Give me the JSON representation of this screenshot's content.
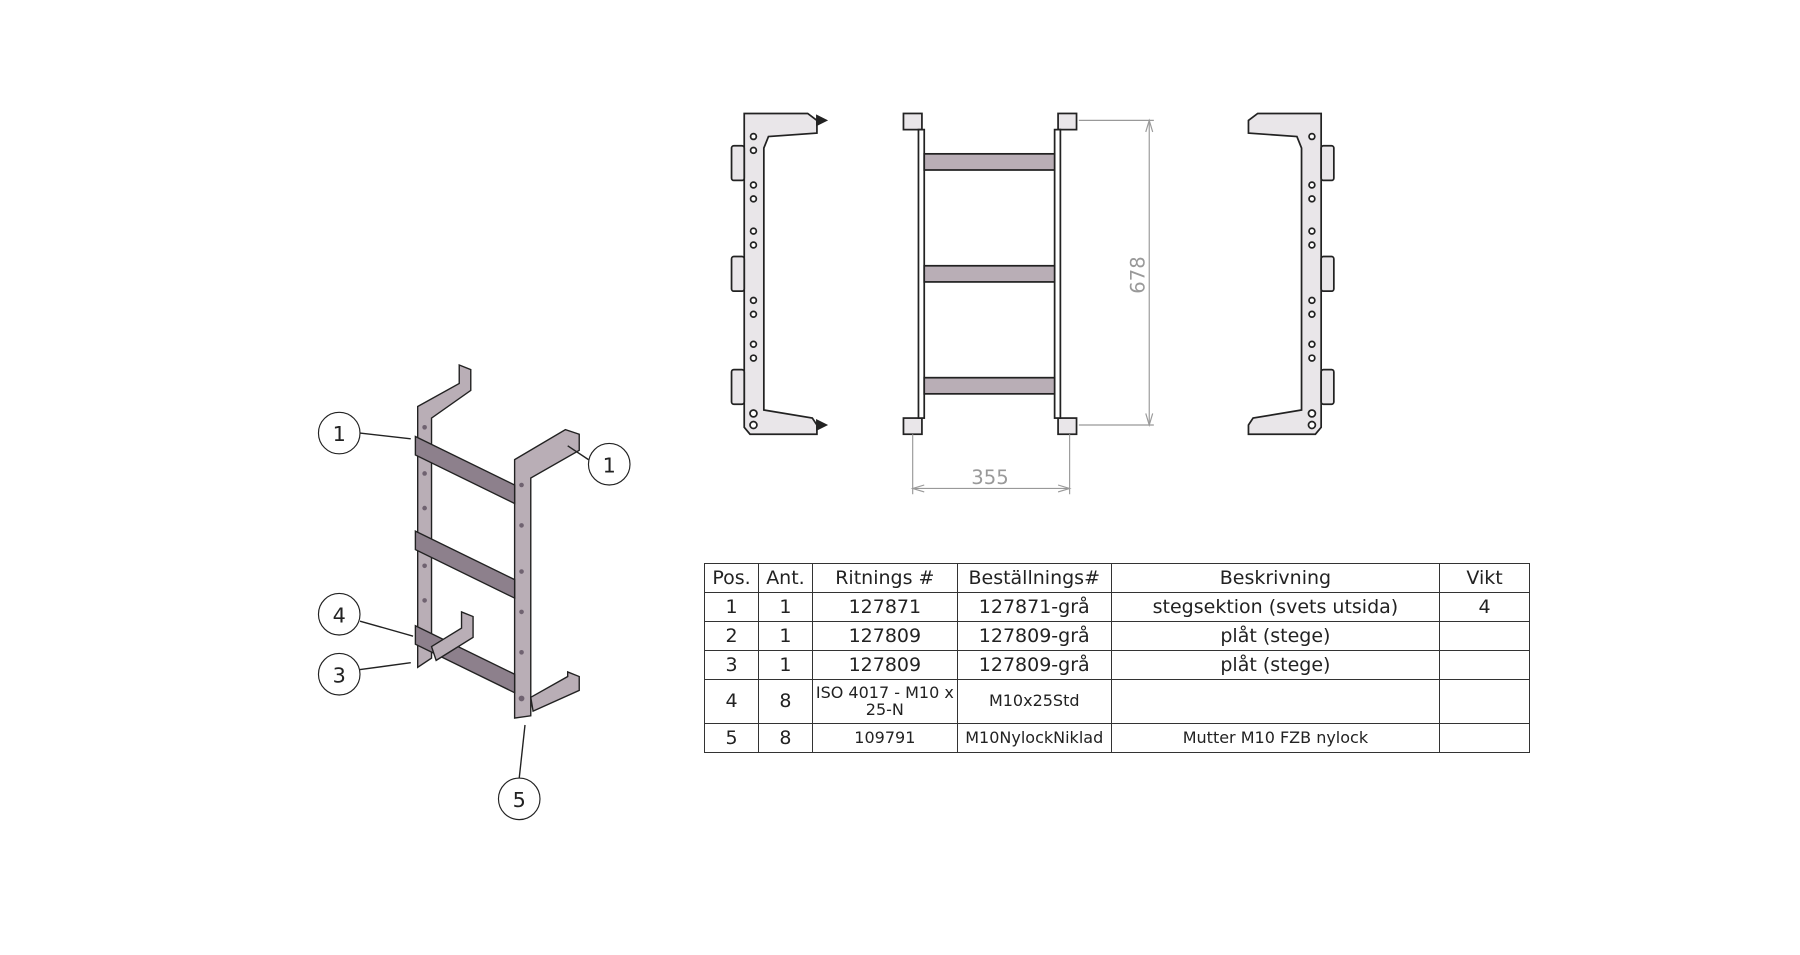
{
  "balloons": {
    "b1a": "1",
    "b1b": "1",
    "b4": "4",
    "b3": "3",
    "b5": "5"
  },
  "dimensions": {
    "height": "678",
    "width": "355"
  },
  "bom": {
    "headers": [
      "Pos.",
      "Ant.",
      "Ritnings #",
      "Beställnings#",
      "Beskrivning",
      "Vikt"
    ],
    "rows": [
      [
        "1",
        "1",
        "127871",
        "127871-grå",
        "stegsektion (svets utsida)",
        "4"
      ],
      [
        "2",
        "1",
        "127809",
        "127809-grå",
        "plåt (stege)",
        ""
      ],
      [
        "3",
        "1",
        "127809",
        "127809-grå",
        "plåt (stege)",
        ""
      ],
      [
        "4",
        "8",
        "ISO 4017 - M10 x 25-N",
        "M10x25Std",
        "",
        ""
      ],
      [
        "5",
        "8",
        "109791",
        "M10NylockNiklad",
        "Mutter M10 FZB nylock",
        ""
      ]
    ]
  },
  "colors": {
    "part": "#b9aeb6",
    "part_dark": "#7f7280",
    "line": "#222222",
    "dim": "#999999"
  }
}
